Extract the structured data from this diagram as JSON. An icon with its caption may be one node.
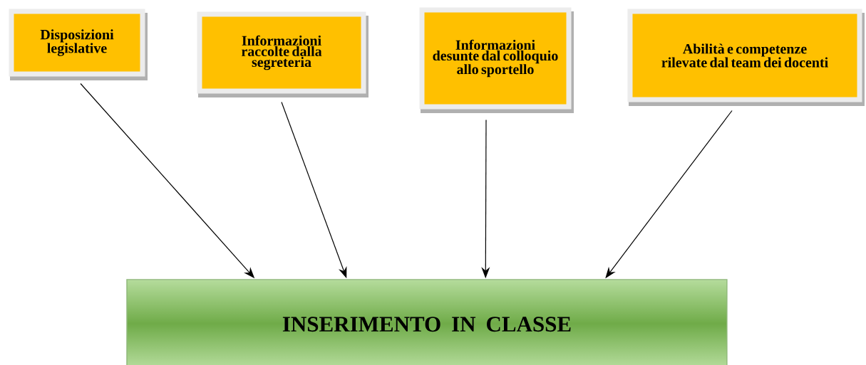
{
  "diagram": {
    "nodes": [
      {
        "text": [
          "Disposizioni legislative"
        ]
      },
      {
        "text": [
          "Informazioni raccolte dalla segreteria"
        ]
      },
      {
        "text": [
          "Informazioni desunte dal colloquio allo sportello"
        ]
      },
      {
        "text": [
          "Abilità e competenze rilevate dal team dei docenti"
        ]
      },
      {
        "text": [
          "INSERIMENTO IN CLASSE"
        ]
      }
    ],
    "edges": [
      {
        "from": 0,
        "to": 4,
        "arrow": "to"
      },
      {
        "from": 1,
        "to": 4,
        "arrow": "to"
      },
      {
        "from": 2,
        "to": 4,
        "arrow": "to"
      },
      {
        "from": 3,
        "to": 4,
        "arrow": "to"
      }
    ]
  }
}
